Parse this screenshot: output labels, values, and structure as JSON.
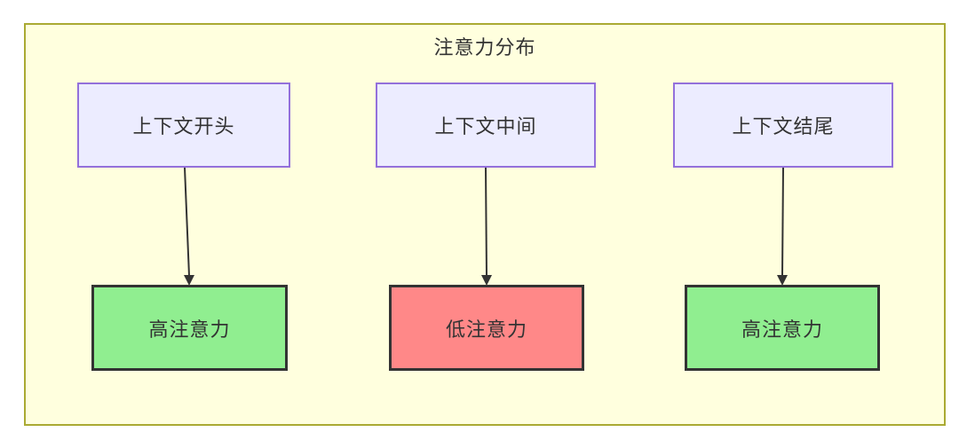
{
  "diagram": {
    "title": "注意力分布",
    "columns": [
      {
        "source_label": "上下文开头",
        "target_label": "高注意力",
        "attention_level": "high"
      },
      {
        "source_label": "上下文中间",
        "target_label": "低注意力",
        "attention_level": "low"
      },
      {
        "source_label": "上下文结尾",
        "target_label": "高注意力",
        "attention_level": "high"
      }
    ],
    "colors": {
      "cluster_background": "#ffffde",
      "cluster_border": "#aaaa33",
      "source_background": "#ececff",
      "source_border": "#9370db",
      "high_attention_background": "#90ee90",
      "low_attention_background": "#ff8888",
      "target_border": "#333333",
      "arrow": "#333333",
      "text": "#333333"
    }
  }
}
